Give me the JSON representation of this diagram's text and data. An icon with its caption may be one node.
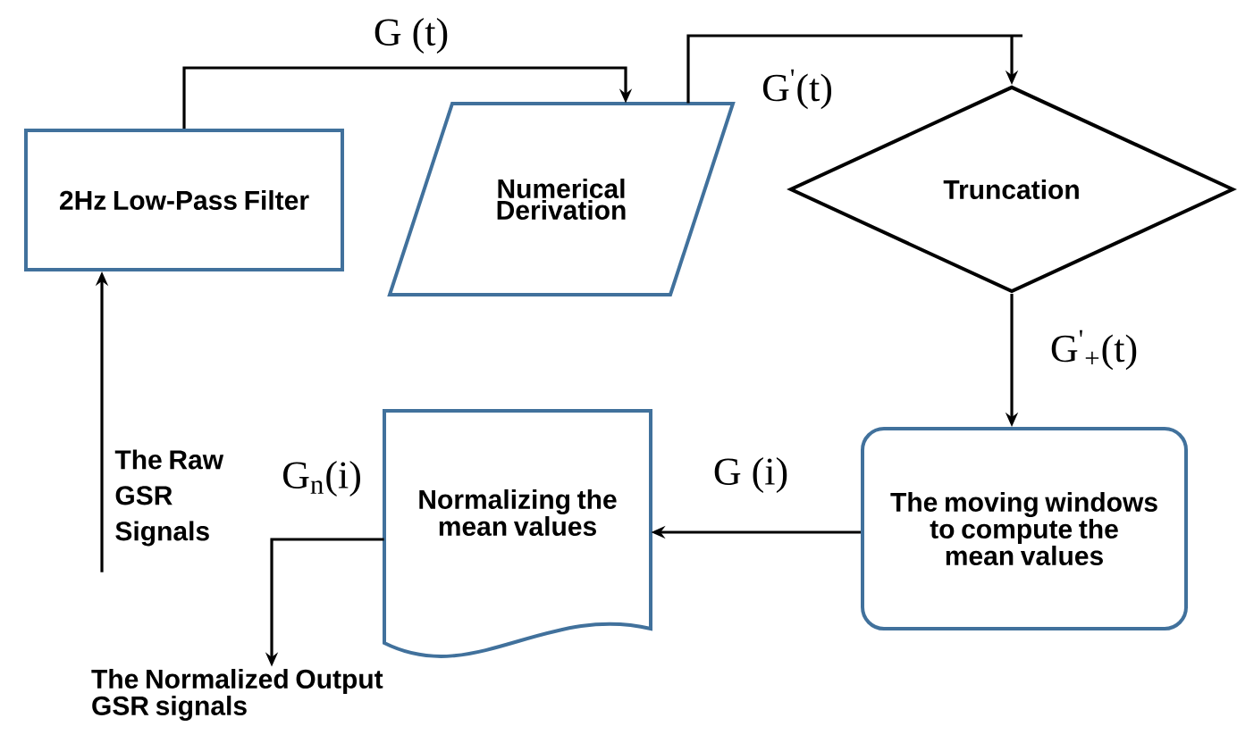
{
  "diagram": {
    "nodes": [
      {
        "text": [
          "2Hz Low-Pass Filter"
        ]
      },
      {
        "text": [
          "Numerical Derivation"
        ]
      },
      {
        "text": [
          "Truncation"
        ]
      },
      {
        "text": [
          "The moving windows to compute the mean values"
        ]
      },
      {
        "text": [
          "Normalizing the mean values"
        ]
      },
      {
        "text": [
          "The Raw GSR Signals"
        ]
      },
      {
        "text": [
          "The Normalized Output GSR signals"
        ]
      }
    ],
    "edges": [
      {
        "from": 0,
        "to": 1,
        "arrow": "to",
        "label": "G  (t)"
      },
      {
        "from": 1,
        "to": 2,
        "arrow": "to",
        "label": "G$^{'}$(t)"
      },
      {
        "from": 2,
        "to": 3,
        "arrow": "to",
        "label": "G$^{'}$$_{+}$(t)"
      },
      {
        "from": 3,
        "to": 4,
        "arrow": "to",
        "label": "G  (i)"
      },
      {
        "from": 4,
        "to": 6,
        "arrow": "to",
        "label": "G$_{n}$(i)"
      },
      {
        "from": 5,
        "to": 0,
        "arrow": "to"
      }
    ]
  }
}
